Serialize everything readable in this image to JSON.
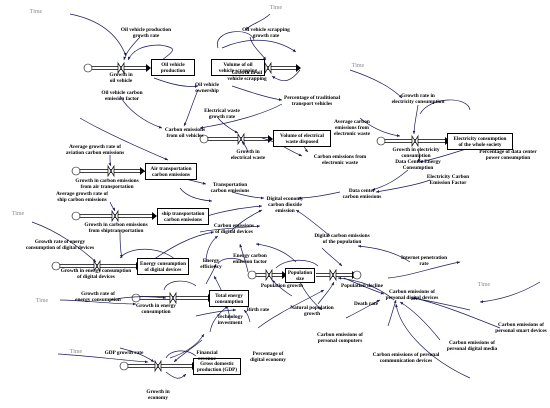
{
  "shadow_variable": "Time",
  "stocks": {
    "oil_vehicle_production": "Oil vehicle\nproduction",
    "volume_of_oil_vehicle_scrapping": "Volume of oil\nvehicle scrapping",
    "volume_of_electrical_waste_disposed": "Volume of electrical\nwaste disposed",
    "electricity_consumption_society": "Electricity consumption\nof the whole society",
    "air_transportation_carbon_emissions": "Air transportation\ncarbon emissions",
    "ship_transportation_carbon_emissions": "ship transportation\ncarbon emissions",
    "energy_consumption_digital_devices": "Energy consumption\nof digital devices",
    "total_energy_consumption": "Total energy\nconsumption",
    "population_size": "Population\nsize",
    "gross_domestic_production": "Gross domestic\nproduction (GDP)"
  },
  "variables": {
    "oil_vehicle_production_growth_rate": "Oil vehicle production\ngrowth rate",
    "oil_vehicle_scrapping_growth_rate": "Oil vehicle scrapping\ngrowth rate",
    "growth_in_oil_vehicle": "Growth in\noil vehicle",
    "growth_in_oil_vehicle_scrapping": "Growth in oil\nvehicle scrapping",
    "oil_vehicle_ownership": "Oil vehicle\nownership",
    "oil_vehicle_carbon_emission_factor": "Oil vehicle carbon\nemission factor",
    "percentage_additional_transport": "Percentage of traditional\ntransport vehicles",
    "carbon_emissions_oil_vehicles": "Carbon emissions\nfrom oil vehicles",
    "electrical_waste_growth_rate": "Electrical waste\ngrowth rate",
    "growth_in_electrical_waste": "Growth in\nelectrical waste",
    "avg_carbon_emissions_electronic_waste": "Average carbon\nemissions from\nelectronic waste",
    "carbon_emissions_electronic_waste": "Carbon emissions from\nelectronic waste",
    "growth_rate_electricity_consumption": "Growth rate in\nelectricity consumption",
    "growth_in_electricity_consumption": "Growth in electricity\nconsumption",
    "percentage_data_center_power": "Percentage of data center\npower consumption",
    "data_center_energy_consumption": "Data Center Energy\nConsumption",
    "electricity_carbon_emission_factor": "Electricity Carbon\nEmission Factor",
    "data_center_carbon_emissions": "Data center\ncarbon emissions",
    "avg_growth_rate_aviation": "Average growth rate of\naviation carbon emissions",
    "growth_carbon_air_transport": "Growth in carbon emissions\nfrom air transportation",
    "transportation_carbon_emissions": "Transportation\ncarbon emissions",
    "digital_economy_carbon_dioxide": "Digital economy\ncarbon dioxide\nemission",
    "avg_growth_rate_ship": "Average growth rate of\nship carbon emissions",
    "growth_carbon_ship_transport": "Growth in carbon emissions\nfrom shiptransportation",
    "carbon_emissions_digital_devices": "Carbon emissions\nof digital devices",
    "digital_carbon_emissions_population": "Digital carbon emissions\nof the population",
    "growth_rate_energy_consumption_devices": "Growth rate of energy\nconsumption of digital devices",
    "growth_energy_consumption_devices": "Growth in energy consumption\nof digital devices",
    "energy_efficiency": "Energy\nefficiency",
    "energy_carbon_emission_factor": "Energy carbon\nemission factor",
    "internet_penetration_rate": "Internet penetration\nrate",
    "growth_rate_energy_consumption": "Growth rate of\nenergy consumption",
    "growth_in_energy_consumption": "Growth in energy\nconsumption",
    "population_growth": "Population growth",
    "population_decline": "Population decline",
    "birth_rate": "Birth rate",
    "natural_population_growth": "Natural population\ngrowth",
    "death_rate": "Death rate",
    "carbon_emissions_personal_digital_devices": "Carbon emissions of\npersonal digital devices",
    "technology_investment": "Technology\ninvestment",
    "carbon_emissions_personal_computers": "Carbon emissions of\npersonal computers",
    "carbon_emissions_personal_communication": "Carbon emissions of personal\ncommunication devices",
    "carbon_emissions_personal_digital_media": "Carbon emissions of\npersonal digital media",
    "carbon_emissions_personal_smart_devices": "Carbon emissions of\npersonal smart devices",
    "financial_revenue": "Financial\nrevenue",
    "percentage_digital_economy": "Percentage of\ndigital economy",
    "gdp_growth_rate": "GDP growth rate",
    "growth_in_economy": "Growth in\neconomy"
  }
}
